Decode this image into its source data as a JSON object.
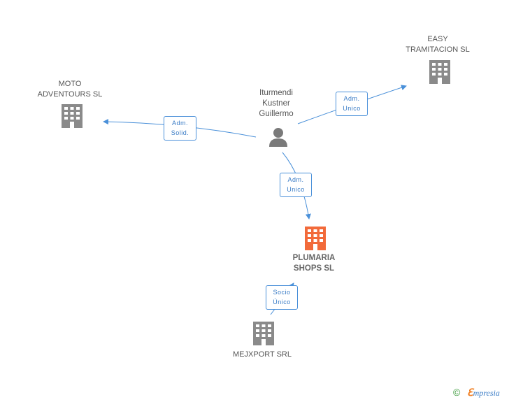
{
  "colors": {
    "company": "#8a8a8a",
    "company_main": "#f26a3a",
    "person": "#7a7a7a",
    "edge": "#4a90d9",
    "edge_text": "#3a7cc6"
  },
  "nodes": {
    "person": {
      "label": "Iturmendi\nKustner\nGuillermo",
      "icon": "person-icon"
    },
    "main": {
      "label": "PLUMARIA\nSHOPS  SL",
      "icon": "building-icon"
    },
    "moto": {
      "label": "MOTO\nADVENTOURS SL",
      "icon": "building-icon"
    },
    "easy": {
      "label": "EASY\nTRAMITACION SL",
      "icon": "building-icon"
    },
    "mejxport": {
      "label": "MEJXPORT SRL",
      "icon": "building-icon"
    }
  },
  "edges": {
    "to_moto": "Adm.\nSolid.",
    "to_easy": "Adm.\nUnico",
    "to_main": "Adm.\nUnico",
    "from_mejxport": "Socio\nÚnico"
  },
  "footer": {
    "copyright_symbol": "©",
    "brand_initial": "ℇ",
    "brand_rest": "mpresia"
  }
}
